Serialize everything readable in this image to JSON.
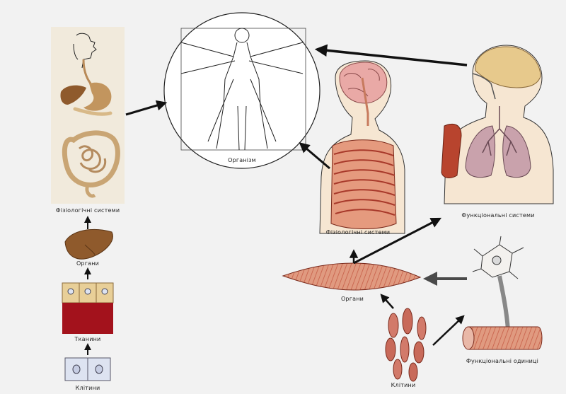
{
  "labels": {
    "organism": "Організм",
    "physio_systems_left": "Фізіологічні системи",
    "organs_left": "Органи",
    "tissues": "Тканини",
    "cells_left": "Клітини",
    "physio_systems_center": "Фізіологічні системи",
    "functional_systems": "Функціональні системи",
    "organs_center": "Органи",
    "cells_center": "Клітини",
    "functional_units": "Функціональні одиниці"
  },
  "colors": {
    "background": "#f2f2f2",
    "panel": "#f1eadc",
    "skin": "#f6e6d2",
    "muscle_red": "#c8503c",
    "muscle_light": "#e59a7e",
    "liver": "#8f5a2c",
    "stomach": "#c2955e",
    "brain_pink": "#e9a9a6",
    "brain_tan": "#e7c98c",
    "lung": "#c9a2ac",
    "tissue_red": "#a3121c",
    "tissue_top": "#e8cf98",
    "cell_blue": "#dde3f1",
    "arrow": "#111111",
    "arrow_gray": "#4a4a4a"
  }
}
